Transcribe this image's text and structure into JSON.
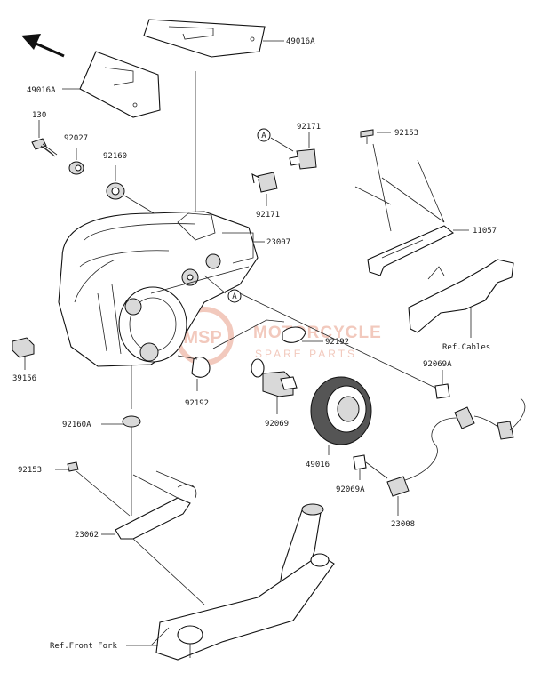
{
  "watermark": {
    "title": "MOTORCYCLE",
    "subtitle": "SPARE PARTS"
  },
  "labels": {
    "p49016A_top": "49016A",
    "p49016A_left": "49016A",
    "p130": "130",
    "p92027": "92027",
    "p92160": "92160",
    "p92171_top": "92171",
    "p92171_bottom": "92171",
    "p92153_top": "92153",
    "p11057": "11057",
    "p23007": "23007",
    "ref_cables": "Ref.Cables",
    "p39156": "39156",
    "p92192_right": "92192",
    "p92192_left": "92192",
    "p92069A_right": "92069A",
    "p92160A": "92160A",
    "p92069": "92069",
    "p49016": "49016",
    "p92069A_bottom": "92069A",
    "p92153_bottom": "92153",
    "p23008": "23008",
    "p23062": "23062",
    "ref_front_fork": "Ref.Front Fork",
    "callout_a1": "A",
    "callout_a2": "A"
  }
}
